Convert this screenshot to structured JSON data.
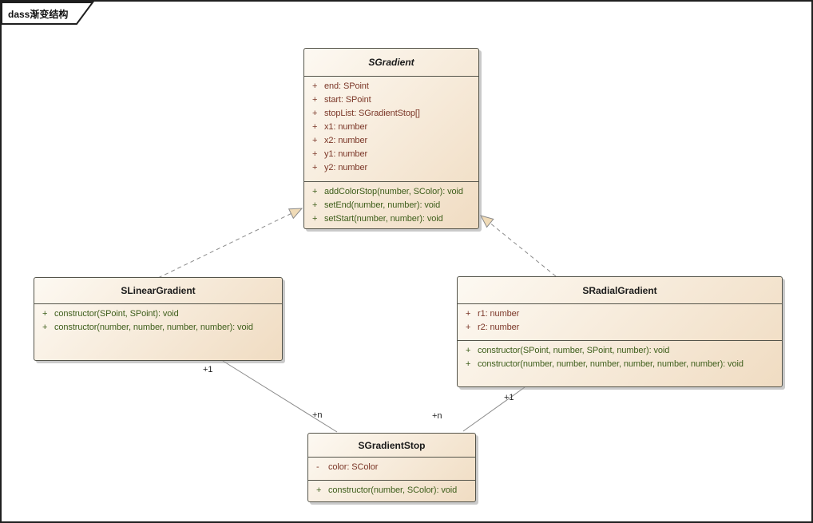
{
  "frame": {
    "label": "dass渐变结构",
    "diagram_type": "uml-class-diagram"
  },
  "classes": {
    "sgradient": {
      "name": "SGradient",
      "abstract": true,
      "attributes": [
        {
          "vis": "+",
          "text": "end: SPoint"
        },
        {
          "vis": "+",
          "text": "start: SPoint"
        },
        {
          "vis": "+",
          "text": "stopList: SGradientStop[]"
        },
        {
          "vis": "+",
          "text": "x1: number"
        },
        {
          "vis": "+",
          "text": "x2: number"
        },
        {
          "vis": "+",
          "text": "y1: number"
        },
        {
          "vis": "+",
          "text": "y2: number"
        }
      ],
      "methods": [
        {
          "vis": "+",
          "text": "addColorStop(number, SColor): void"
        },
        {
          "vis": "+",
          "text": "setEnd(number, number): void"
        },
        {
          "vis": "+",
          "text": "setStart(number, number): void"
        }
      ]
    },
    "slineargradient": {
      "name": "SLinearGradient",
      "abstract": false,
      "methods": [
        {
          "vis": "+",
          "text": "constructor(SPoint, SPoint): void"
        },
        {
          "vis": "+",
          "text": "constructor(number, number, number, number): void"
        }
      ]
    },
    "sradialgradient": {
      "name": "SRadialGradient",
      "abstract": false,
      "attributes": [
        {
          "vis": "+",
          "text": "r1: number"
        },
        {
          "vis": "+",
          "text": "r2: number"
        }
      ],
      "methods": [
        {
          "vis": "+",
          "text": "constructor(SPoint, number, SPoint, number): void"
        },
        {
          "vis": "+",
          "text": "constructor(number, number, number, number, number, number): void"
        }
      ]
    },
    "sgradientstop": {
      "name": "SGradientStop",
      "abstract": false,
      "attributes": [
        {
          "vis": "-",
          "text": "color: SColor"
        }
      ],
      "methods": [
        {
          "vis": "+",
          "text": "constructor(number, SColor): void"
        }
      ]
    }
  },
  "relations": [
    {
      "type": "generalization",
      "from": "SLinearGradient",
      "to": "SGradient",
      "style": "dashed"
    },
    {
      "type": "generalization",
      "from": "SRadialGradient",
      "to": "SGradient",
      "style": "dashed"
    },
    {
      "type": "association",
      "from": "SLinearGradient",
      "to": "SGradientStop",
      "from_mult": "+1",
      "to_mult": "+n"
    },
    {
      "type": "association",
      "from": "SRadialGradient",
      "to": "SGradientStop",
      "from_mult": "+1",
      "to_mult": "+n"
    }
  ],
  "colors": {
    "attr_text": "#7b3728",
    "method_text": "#3e5e1b",
    "box_border": "#54544a",
    "box_fill_light": "#fdf9f2",
    "box_fill_dark": "#f0dcc2",
    "connector": "#8a8a8a",
    "arrow_fill": "#f0dbb7",
    "frame_border": "#1f1f1f"
  }
}
